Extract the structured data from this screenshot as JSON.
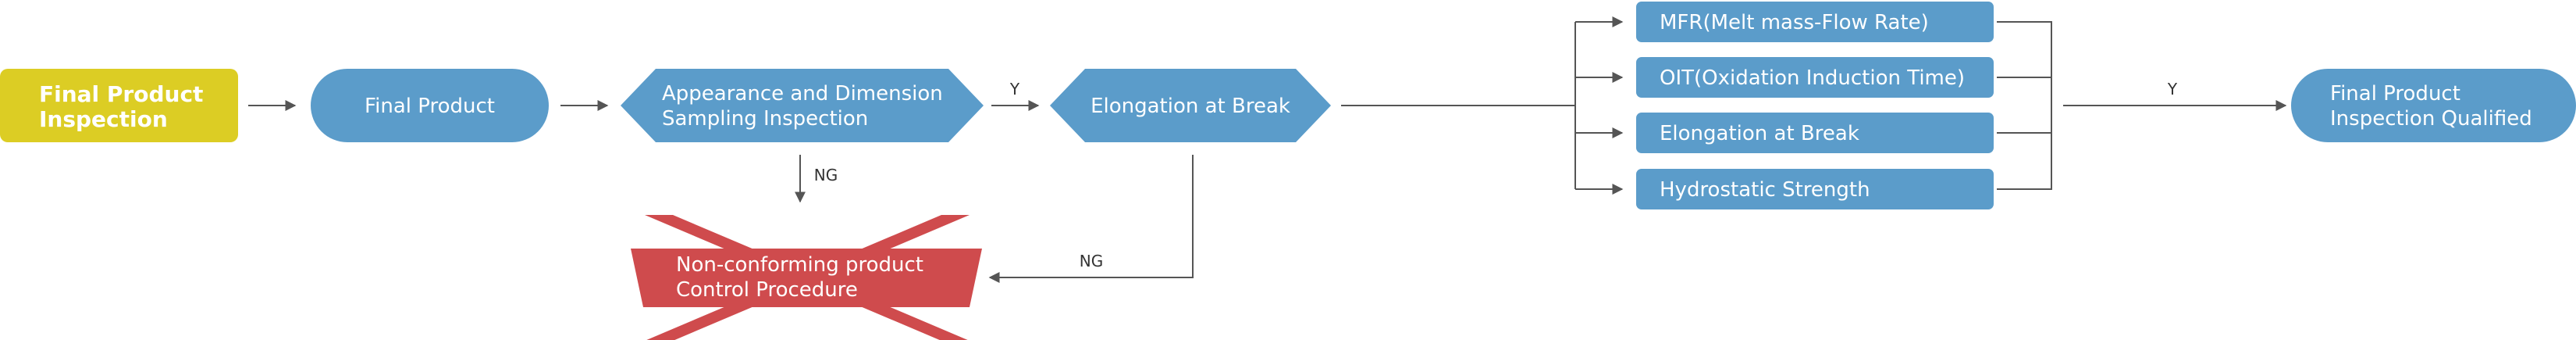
{
  "colors": {
    "start": "#dccd24",
    "node": "#5b9cca",
    "reject": "#cf4b4d",
    "line": "#555555",
    "text": "#ffffff"
  },
  "nodes": {
    "start": {
      "line1": "Final Product",
      "line2": "Inspection"
    },
    "final_product": {
      "label": "Final Product"
    },
    "appearance": {
      "line1": "Appearance and Dimension",
      "line2": "Sampling Inspection"
    },
    "elongation": {
      "label": "Elongation at Break"
    },
    "nonconforming": {
      "line1": "Non-conforming product",
      "line2": "Control Procedure"
    },
    "qualified": {
      "line1": "Final Product",
      "line2": "Inspection Qualified"
    }
  },
  "tests": [
    "MFR(Melt mass-Flow Rate)",
    "OIT(Oxidation Induction Time)",
    "Elongation at Break",
    "Hydrostatic Strength"
  ],
  "edge_labels": {
    "appearance_yes": "Y",
    "appearance_ng": "NG",
    "elongation_ng": "NG",
    "tests_yes": "Y"
  }
}
